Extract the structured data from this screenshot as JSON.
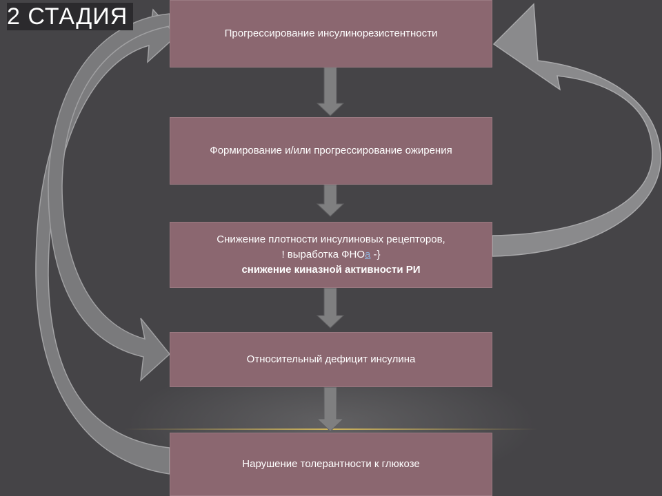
{
  "title": "2 СТАДИЯ",
  "boxes": {
    "b1": "Прогрессирование инсулинорезистентности",
    "b2": "Формирование и/или прогрессирование ожирения",
    "b3_line1": "Снижение плотности инсулиновых рецепторов,",
    "b3_line2_prefix": "! выработка ФНО",
    "b3_line2_link": "а",
    "b3_line2_suffix": " -}",
    "b3_line3": "снижение киназной активности РИ",
    "b4": "Относительный дефицит инсулина",
    "b5": "Нарушение толерантности к глюкозе"
  }
}
